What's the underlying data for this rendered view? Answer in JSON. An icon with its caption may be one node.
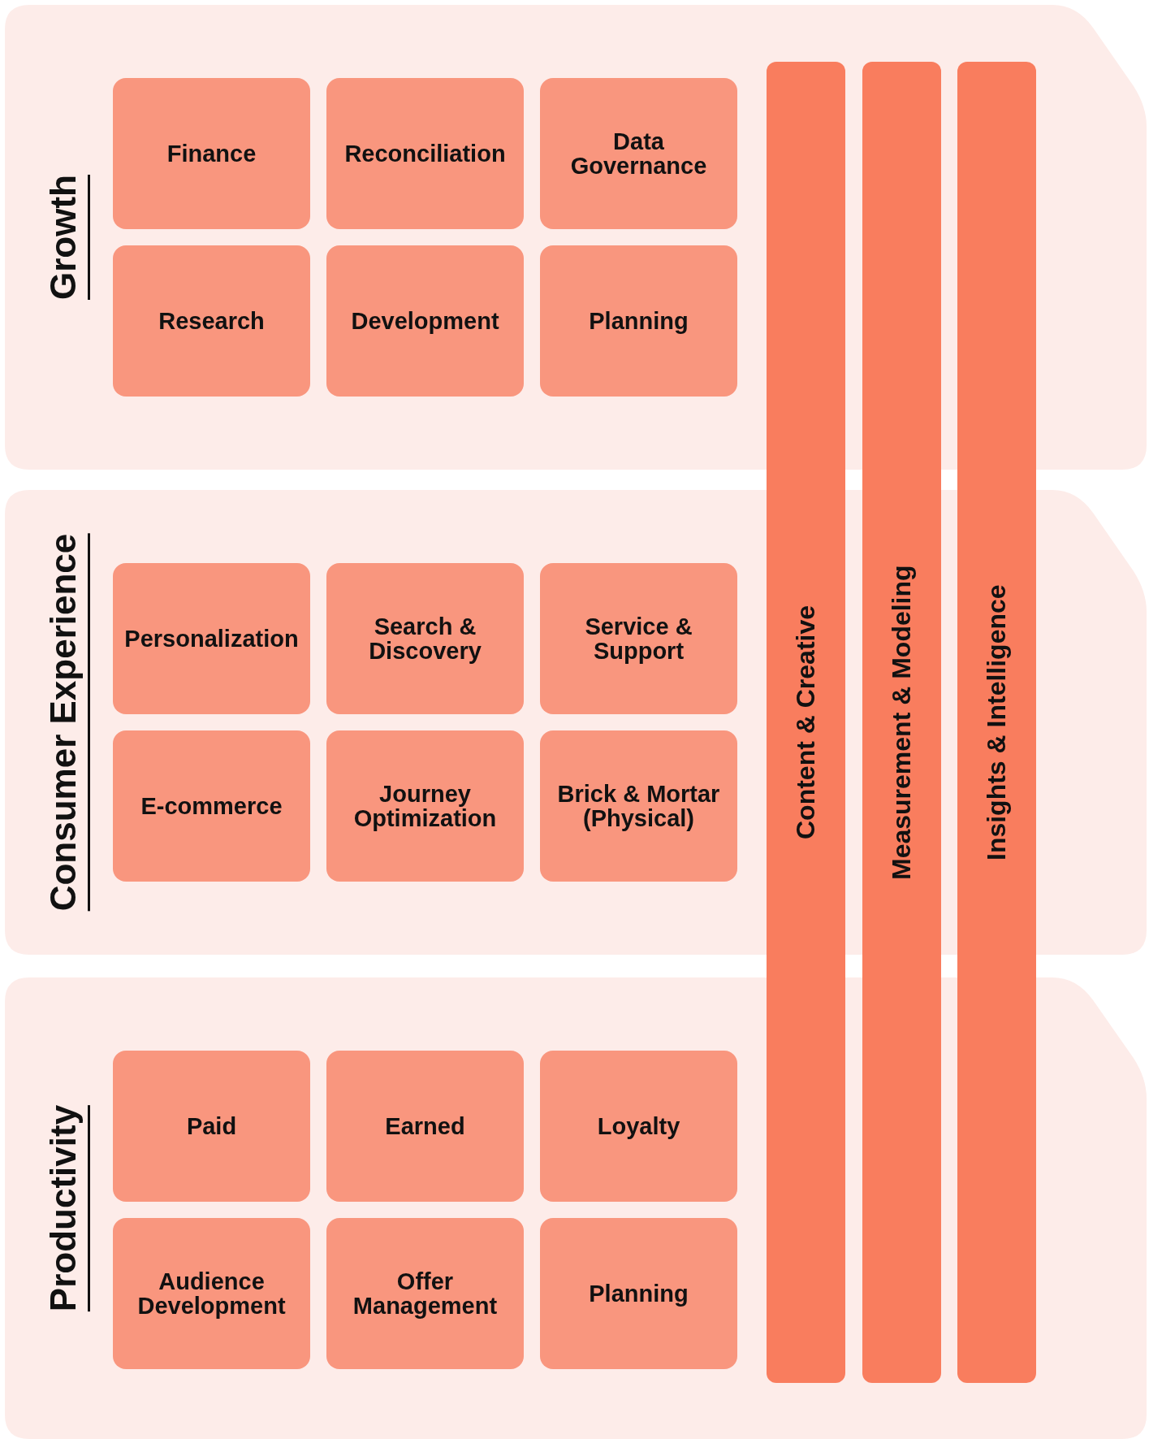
{
  "diagram": {
    "nodes": [
      {
        "text": [
          "Growth"
        ]
      },
      {
        "text": [
          "Finance"
        ],
        "in": 0
      },
      {
        "text": [
          "Reconciliation"
        ],
        "in": 0
      },
      {
        "text": [
          "Data Governance"
        ],
        "in": 0
      },
      {
        "text": [
          "Research"
        ],
        "in": 0
      },
      {
        "text": [
          "Development"
        ],
        "in": 0
      },
      {
        "text": [
          "Planning"
        ],
        "in": 0
      },
      {
        "text": [
          "Consumer Experience"
        ]
      },
      {
        "text": [
          "Personalization"
        ],
        "in": 7
      },
      {
        "text": [
          "Search & Discovery"
        ],
        "in": 7
      },
      {
        "text": [
          "Service & Support"
        ],
        "in": 7
      },
      {
        "text": [
          "E-commerce"
        ],
        "in": 7
      },
      {
        "text": [
          "Journey Optimization"
        ],
        "in": 7
      },
      {
        "text": [
          "Brick & Mortar (Physical)"
        ],
        "in": 7
      },
      {
        "text": [
          "Productivity"
        ]
      },
      {
        "text": [
          "Paid"
        ],
        "in": 14
      },
      {
        "text": [
          "Earned"
        ],
        "in": 14
      },
      {
        "text": [
          "Loyalty"
        ],
        "in": 14
      },
      {
        "text": [
          "Audience Development"
        ],
        "in": 14
      },
      {
        "text": [
          "Offer Management"
        ],
        "in": 14
      },
      {
        "text": [
          "Planning"
        ],
        "in": 14
      },
      {
        "text": [
          "Content & Creative"
        ]
      },
      {
        "text": [
          "Measurement & Modeling"
        ]
      },
      {
        "text": [
          "Insights & Intelligence"
        ]
      }
    ]
  }
}
